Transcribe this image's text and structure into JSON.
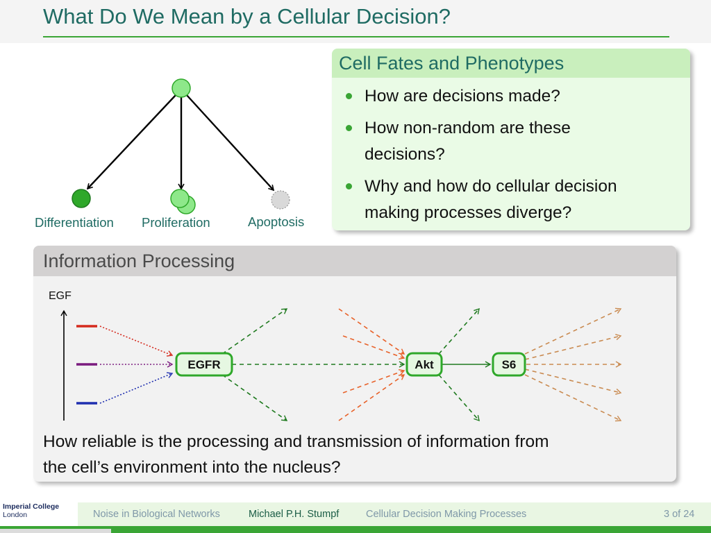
{
  "slide": {
    "title": "What Do We Mean by a Cellular Decision?"
  },
  "fates_diagram": {
    "labels": [
      "Differentiation",
      "Proliferation",
      "Apoptosis"
    ],
    "colors": {
      "parent": "#8ee88a",
      "differentiation": "#2fa82a",
      "proliferation": "#8ee88a",
      "apoptosis": "#d9d9d9"
    }
  },
  "block_fates": {
    "title": "Cell Fates and Phenotypes",
    "bullets": [
      {
        "line1": "How are decisions made?",
        "line2": ""
      },
      {
        "line1": "How non-random are these",
        "line2": "decisions?"
      },
      {
        "line1": "Why and how do cellular decision",
        "line2": "making processes diverge?"
      }
    ]
  },
  "block_info": {
    "title": "Information Processing",
    "axis_label": "EGF",
    "nodes": [
      "EGFR",
      "Akt",
      "S6"
    ],
    "question_line1": "How reliable is the processing and transmission of information from",
    "question_line2": "the cell’s environment into the nucleus?",
    "colors": {
      "node_border": "#2fa82a",
      "node_fill": "#e6f7e2",
      "egf_high": "#d52a1e",
      "egf_mid": "#7a1b7e",
      "egf_low": "#1f2fb0",
      "green_arrows": "#1f7a1f",
      "orange_arrows": "#e8622a",
      "tan_arrows": "#c98a50"
    }
  },
  "footer": {
    "logo_line1": "Imperial College",
    "logo_line2": "London",
    "talk": "Noise in Biological Networks",
    "author": "Michael P.H. Stumpf",
    "section": "Cellular Decision Making Processes",
    "page": "3 of 24"
  }
}
